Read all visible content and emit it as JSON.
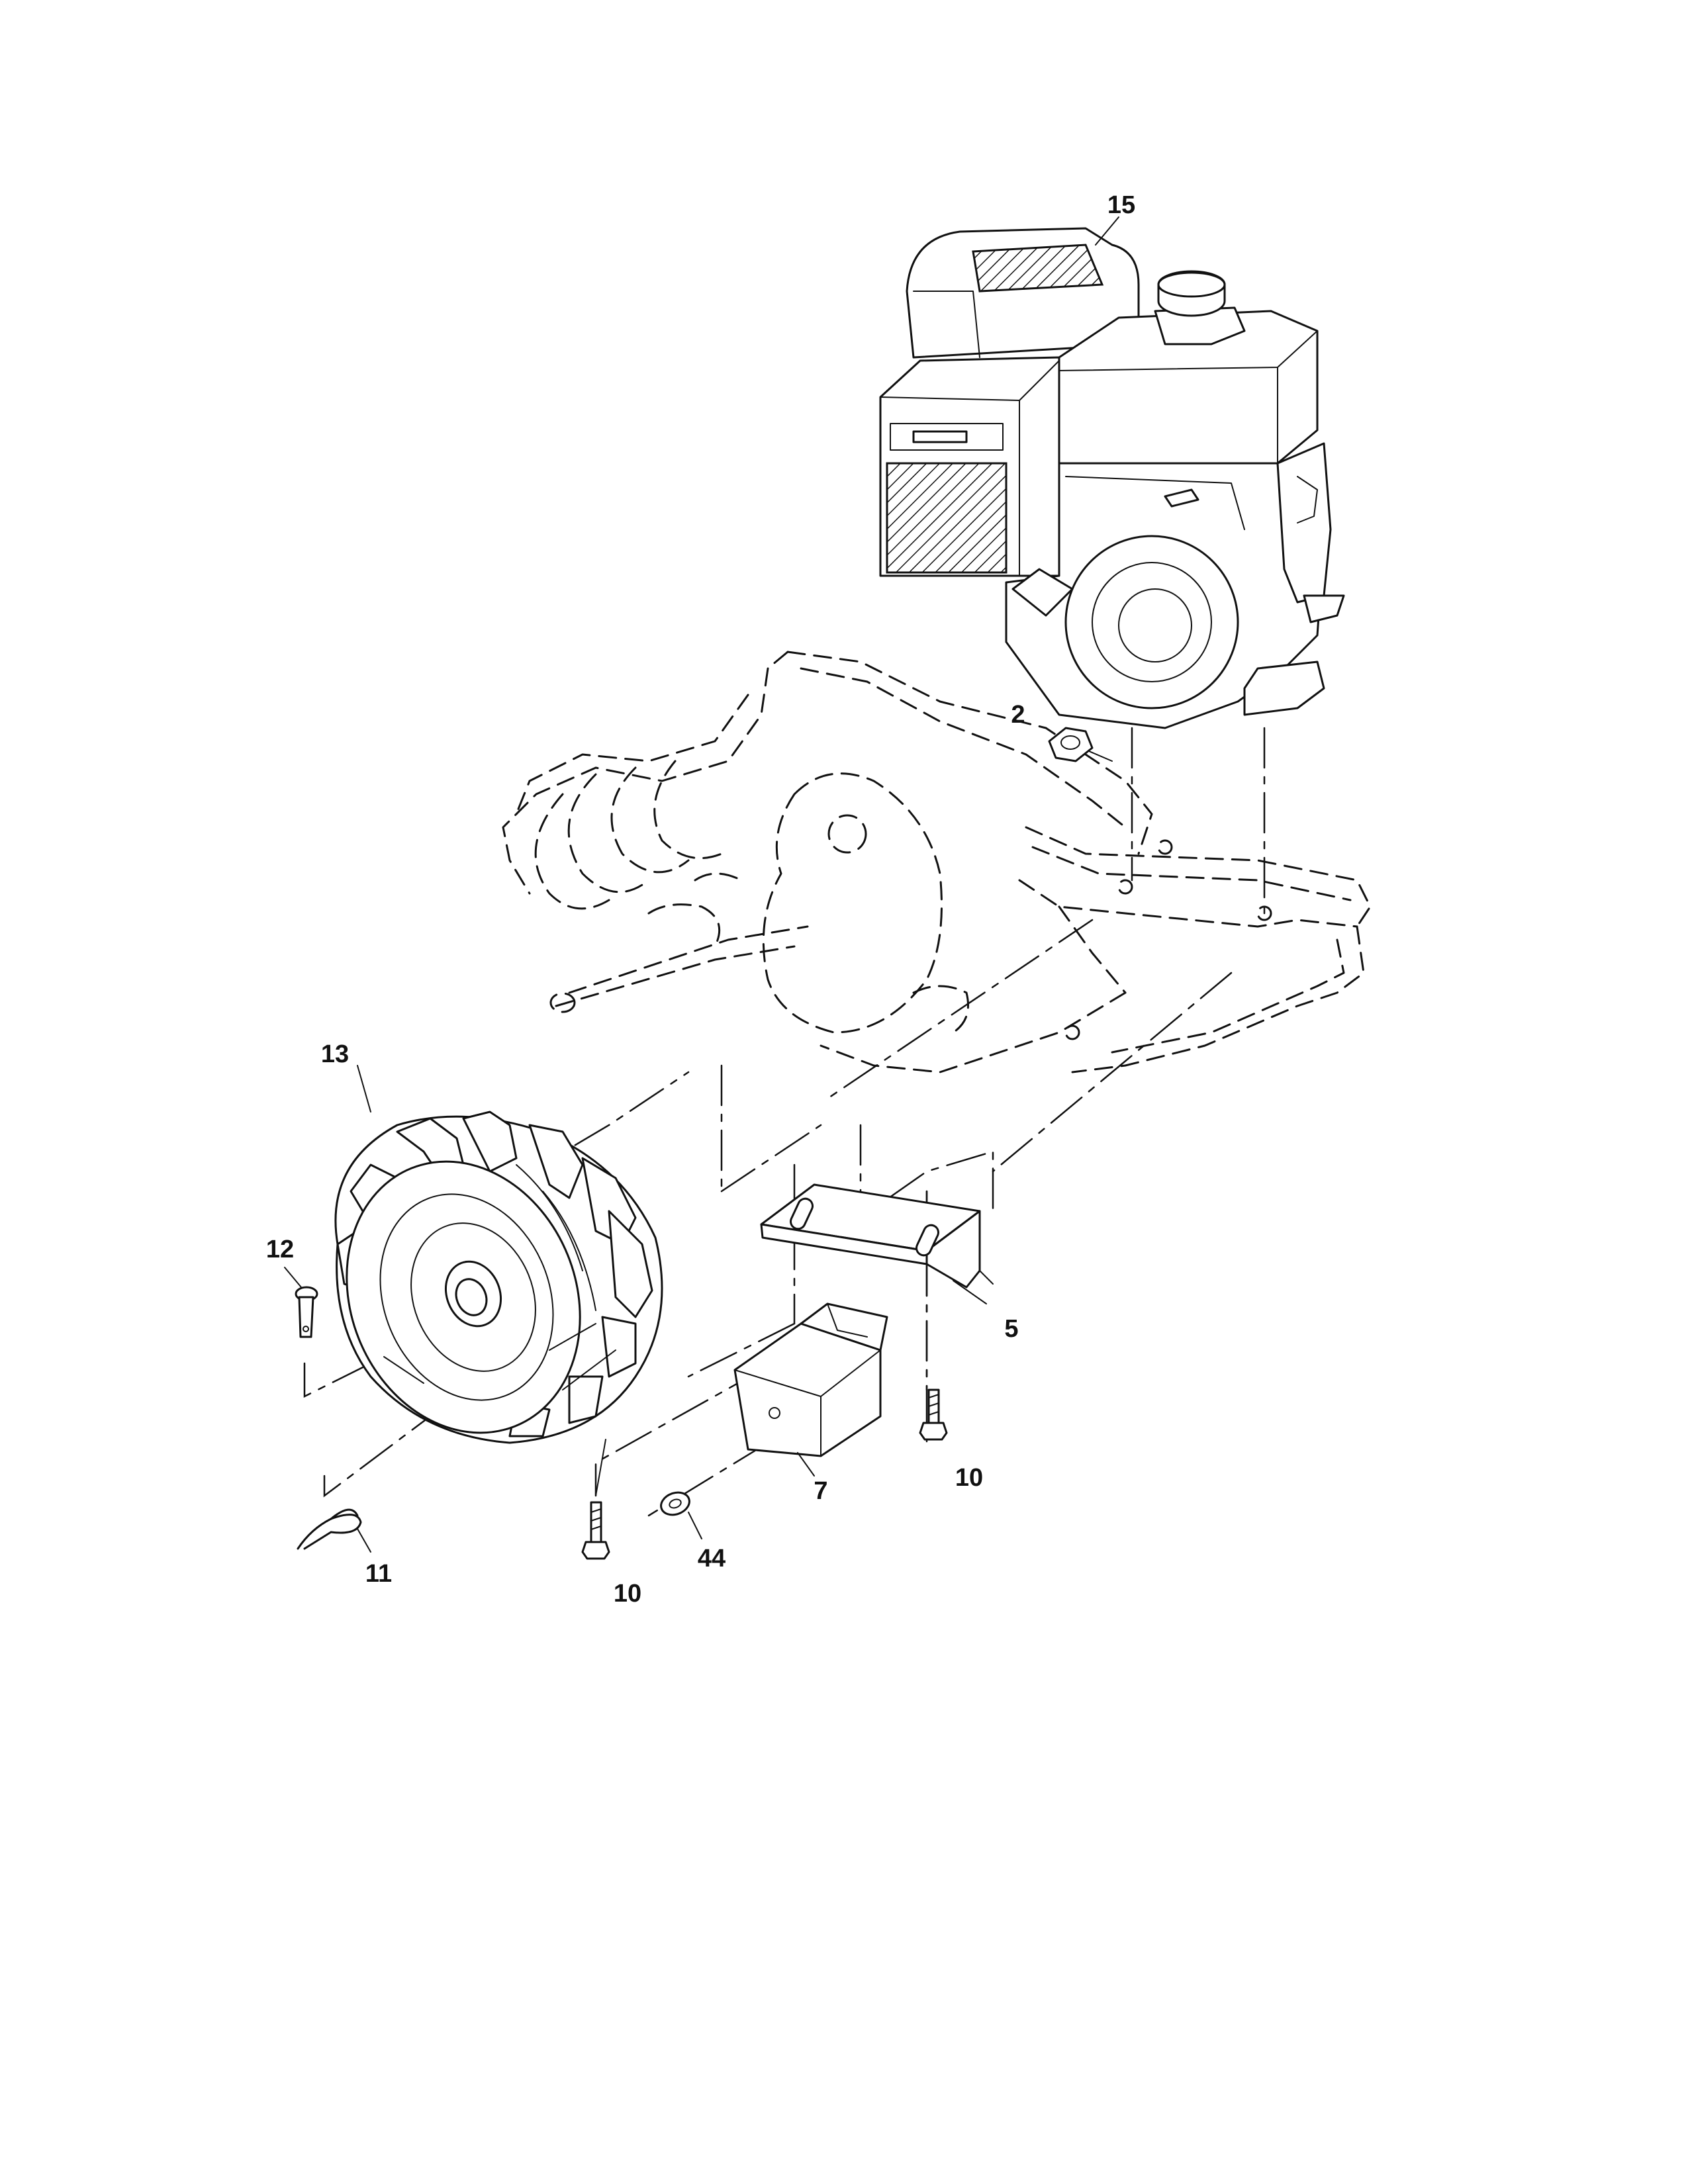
{
  "callouts": {
    "engine": "15",
    "nut_engine": "2",
    "wheel": "13",
    "clevis_pin": "12",
    "hairpin_clip": "11",
    "bolt_left": "10",
    "lock_nut": "44",
    "weight_block": "7",
    "bracket": "5",
    "bolt_right": "10"
  }
}
